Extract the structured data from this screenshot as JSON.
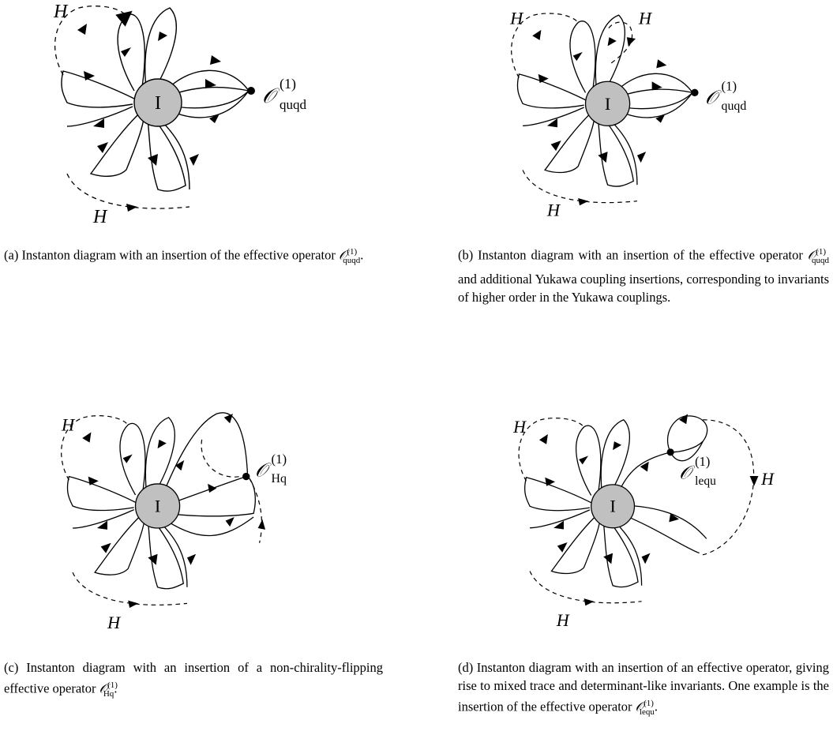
{
  "panels": [
    {
      "vertex_label": "I",
      "higgs_label_top": "H",
      "higgs_label_bottom": "H",
      "operator": {
        "symbol": "𝒪",
        "sup": "(1)",
        "sub": "quqd"
      },
      "caption": {
        "prefix": "(a) Instanton diagram with an insertion of the effective operator ",
        "suffix": "."
      }
    },
    {
      "vertex_label": "I",
      "higgs_label_top": "H",
      "higgs_label_top2": "H",
      "higgs_label_bottom": "H",
      "operator": {
        "symbol": "𝒪",
        "sup": "(1)",
        "sub": "quqd"
      },
      "caption": {
        "prefix": "(b) Instanton diagram with an insertion of the effective operator ",
        "suffix": " and additional Yukawa coupling insertions, corresponding to invariants of higher order in the Yukawa couplings."
      }
    },
    {
      "vertex_label": "I",
      "higgs_label_top": "H",
      "higgs_label_bottom": "H",
      "operator": {
        "symbol": "𝒪",
        "sup": "(1)",
        "sub": "Hq"
      },
      "caption": {
        "prefix": "(c) Instanton diagram with an insertion of a non-chirality-flipping effective operator ",
        "suffix": "."
      }
    },
    {
      "vertex_label": "I",
      "higgs_label_top": "H",
      "higgs_label_right": "H",
      "higgs_label_bottom": "H",
      "operator": {
        "symbol": "𝒪",
        "sup": "(1)",
        "sub": "lequ"
      },
      "caption": {
        "prefix": "(d) Instanton diagram with an insertion of an effective operator, giving rise to mixed trace and determinant-like invariants. One example is the insertion of the effective operator ",
        "suffix": "."
      }
    }
  ],
  "colors": {
    "instanton_fill": "#c0c0c0",
    "line": "#000000"
  }
}
